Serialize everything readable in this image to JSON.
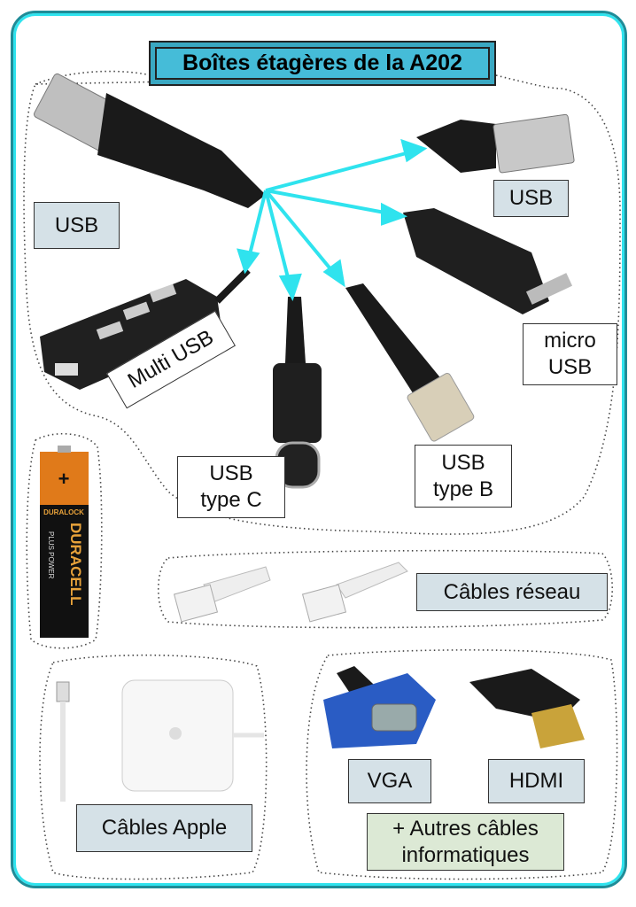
{
  "title": "Boîtes étagères de la A202",
  "labels": {
    "usb_left": "USB",
    "usb_right": "USB",
    "micro_usb": "micro USB",
    "multi_usb": "Multi USB",
    "usb_type_c": "USB type C",
    "usb_type_b": "USB type B",
    "network": "Câbles réseau",
    "apple": "Câbles Apple",
    "vga": "VGA",
    "hdmi": "HDMI",
    "others": "+ Autres câbles informatiques"
  },
  "battery": {
    "brand": "DURACELL",
    "sub": "PLUS POWER",
    "top": "DURALOCK",
    "sign": "+"
  },
  "colors": {
    "frame": "#1f8c98",
    "title_bg": "#45bcd8",
    "arrow": "#2fe3ee",
    "label_grey": "#d5e1e7",
    "label_green": "#dce9d5"
  }
}
